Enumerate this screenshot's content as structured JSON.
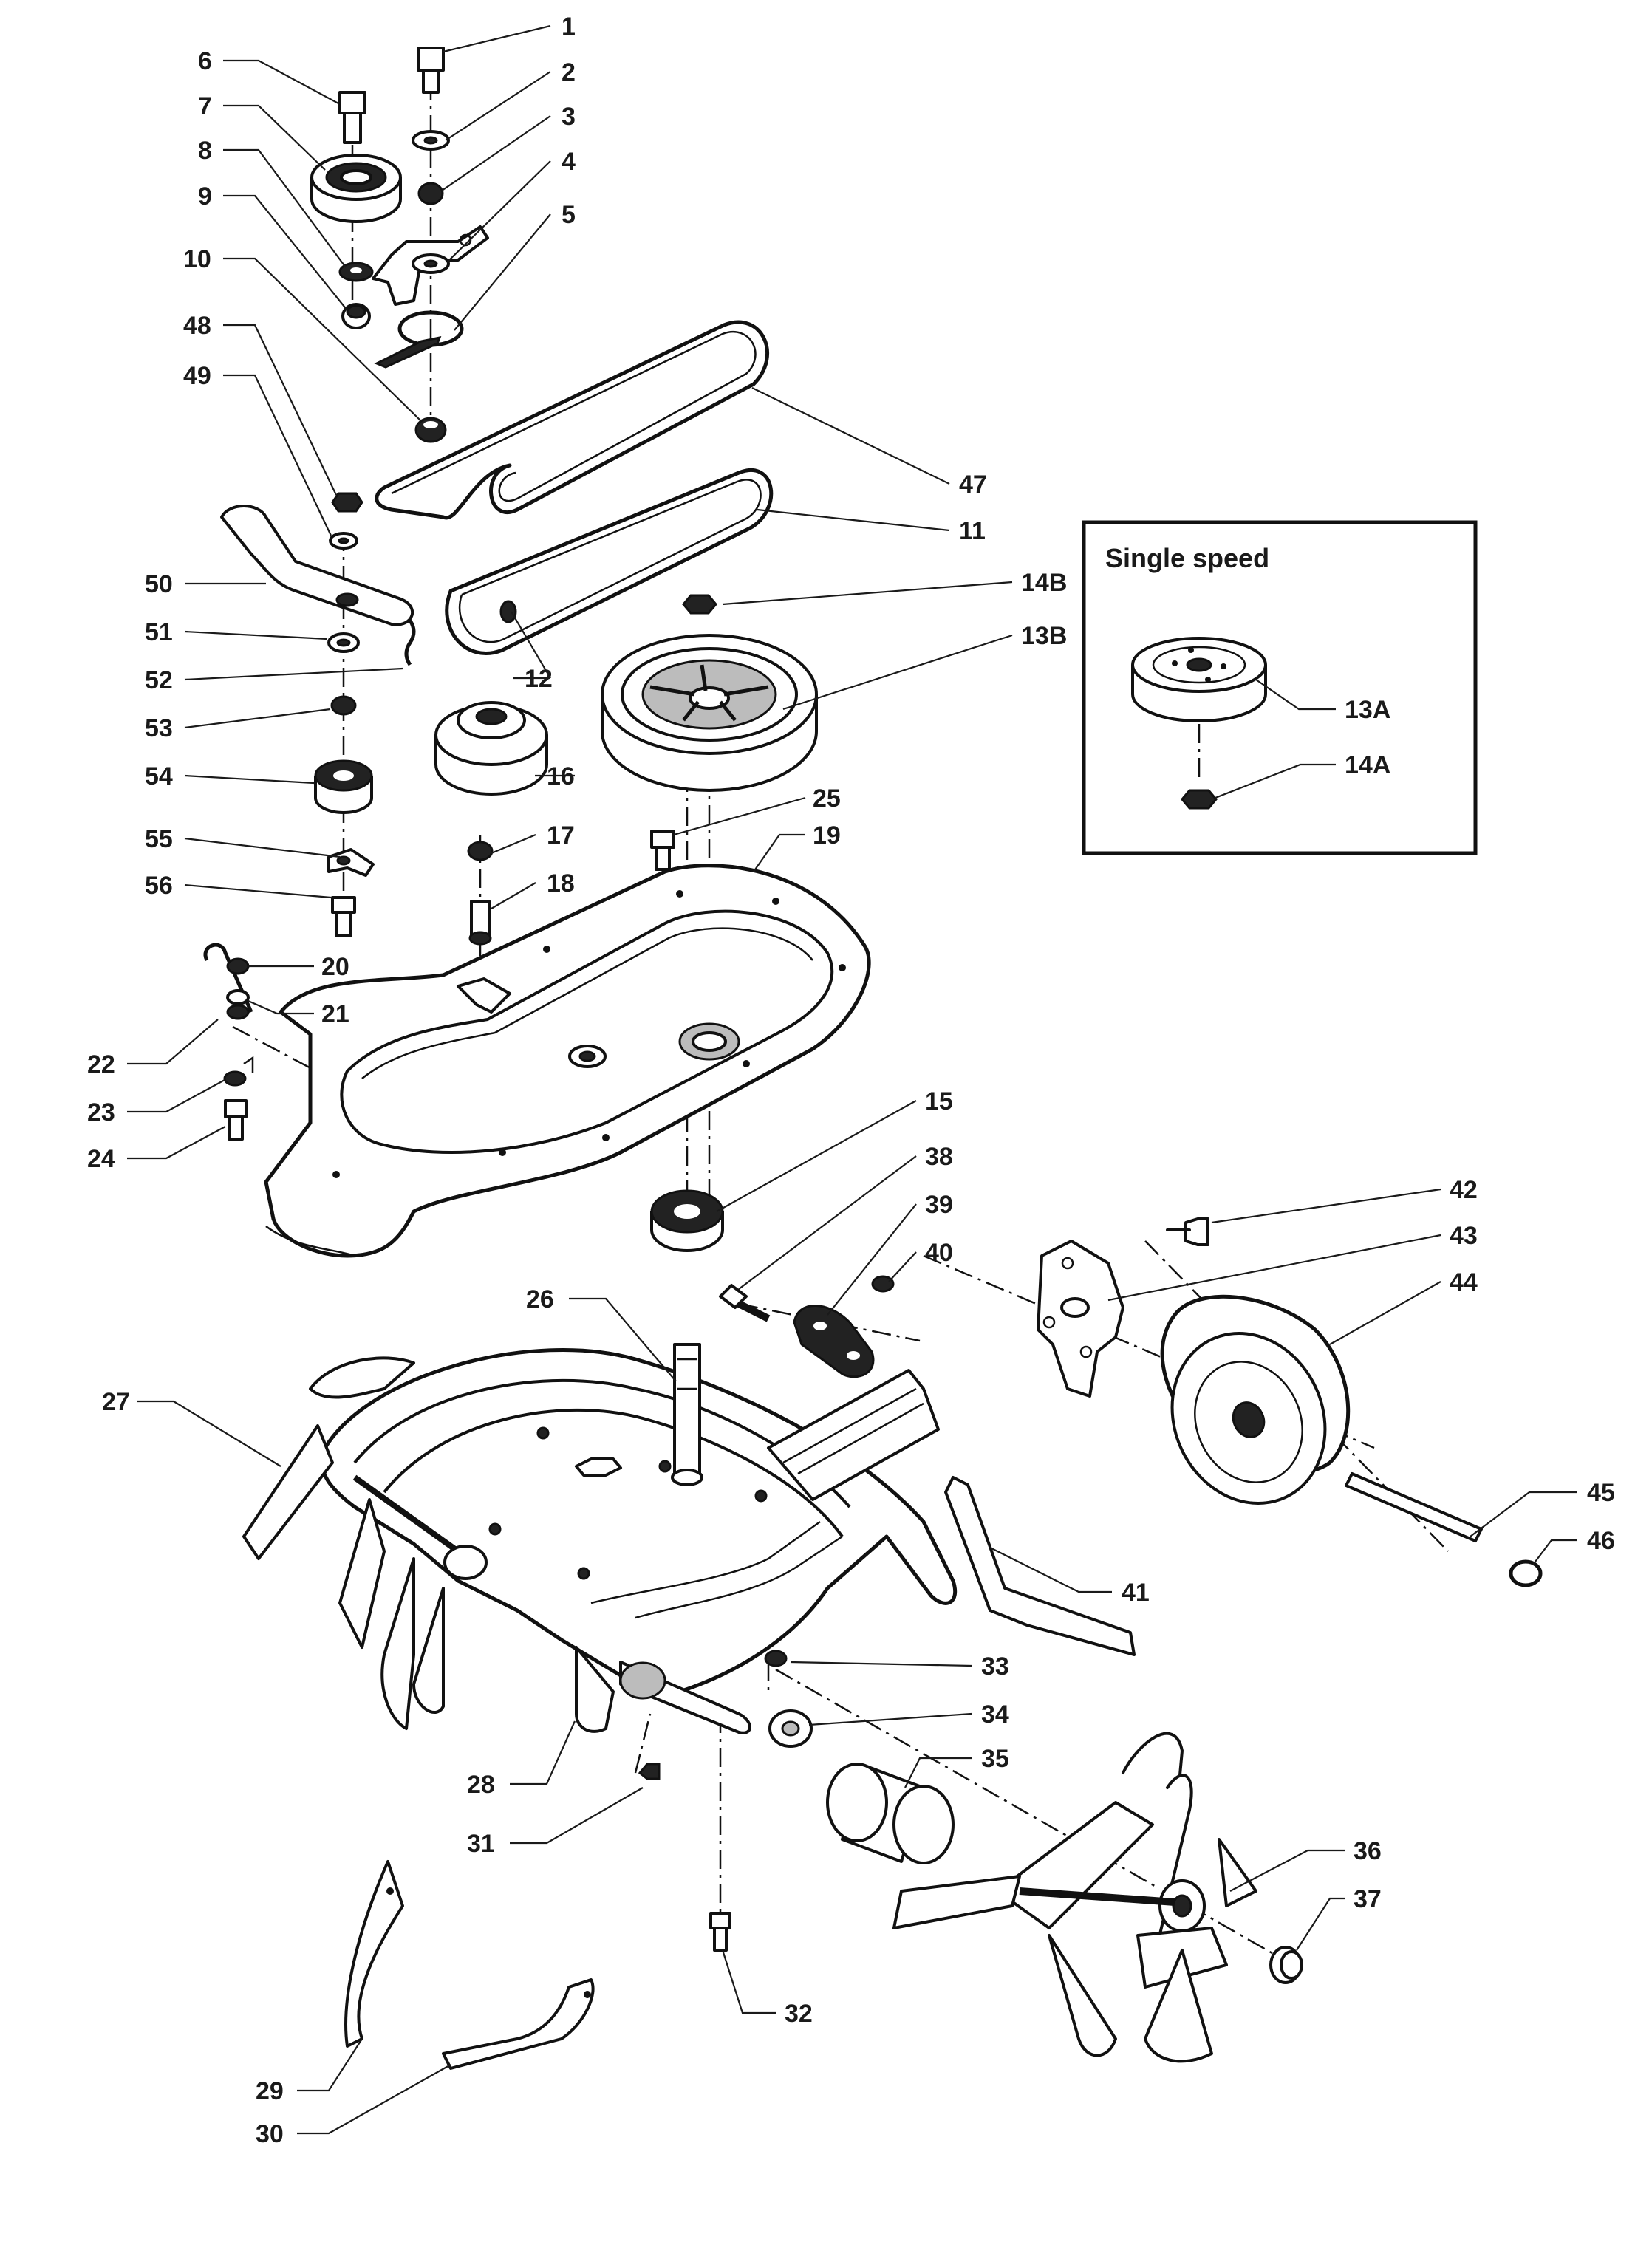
{
  "inset": {
    "title": "Single speed"
  },
  "callouts": [
    {
      "id": "1"
    },
    {
      "id": "2"
    },
    {
      "id": "3"
    },
    {
      "id": "4"
    },
    {
      "id": "5"
    },
    {
      "id": "6"
    },
    {
      "id": "7"
    },
    {
      "id": "8"
    },
    {
      "id": "9"
    },
    {
      "id": "10"
    },
    {
      "id": "48"
    },
    {
      "id": "49"
    },
    {
      "id": "47"
    },
    {
      "id": "11"
    },
    {
      "id": "14B"
    },
    {
      "id": "13B"
    },
    {
      "id": "12"
    },
    {
      "id": "50"
    },
    {
      "id": "51"
    },
    {
      "id": "52"
    },
    {
      "id": "53"
    },
    {
      "id": "54"
    },
    {
      "id": "55"
    },
    {
      "id": "56"
    },
    {
      "id": "16"
    },
    {
      "id": "17"
    },
    {
      "id": "18"
    },
    {
      "id": "25"
    },
    {
      "id": "19"
    },
    {
      "id": "20"
    },
    {
      "id": "21"
    },
    {
      "id": "22"
    },
    {
      "id": "23"
    },
    {
      "id": "24"
    },
    {
      "id": "15"
    },
    {
      "id": "38"
    },
    {
      "id": "39"
    },
    {
      "id": "40"
    },
    {
      "id": "42"
    },
    {
      "id": "43"
    },
    {
      "id": "44"
    },
    {
      "id": "45"
    },
    {
      "id": "46"
    },
    {
      "id": "26"
    },
    {
      "id": "27"
    },
    {
      "id": "41"
    },
    {
      "id": "33"
    },
    {
      "id": "34"
    },
    {
      "id": "35"
    },
    {
      "id": "28"
    },
    {
      "id": "31"
    },
    {
      "id": "36"
    },
    {
      "id": "37"
    },
    {
      "id": "32"
    },
    {
      "id": "29"
    },
    {
      "id": "30"
    },
    {
      "id": "13A"
    },
    {
      "id": "14A"
    }
  ]
}
